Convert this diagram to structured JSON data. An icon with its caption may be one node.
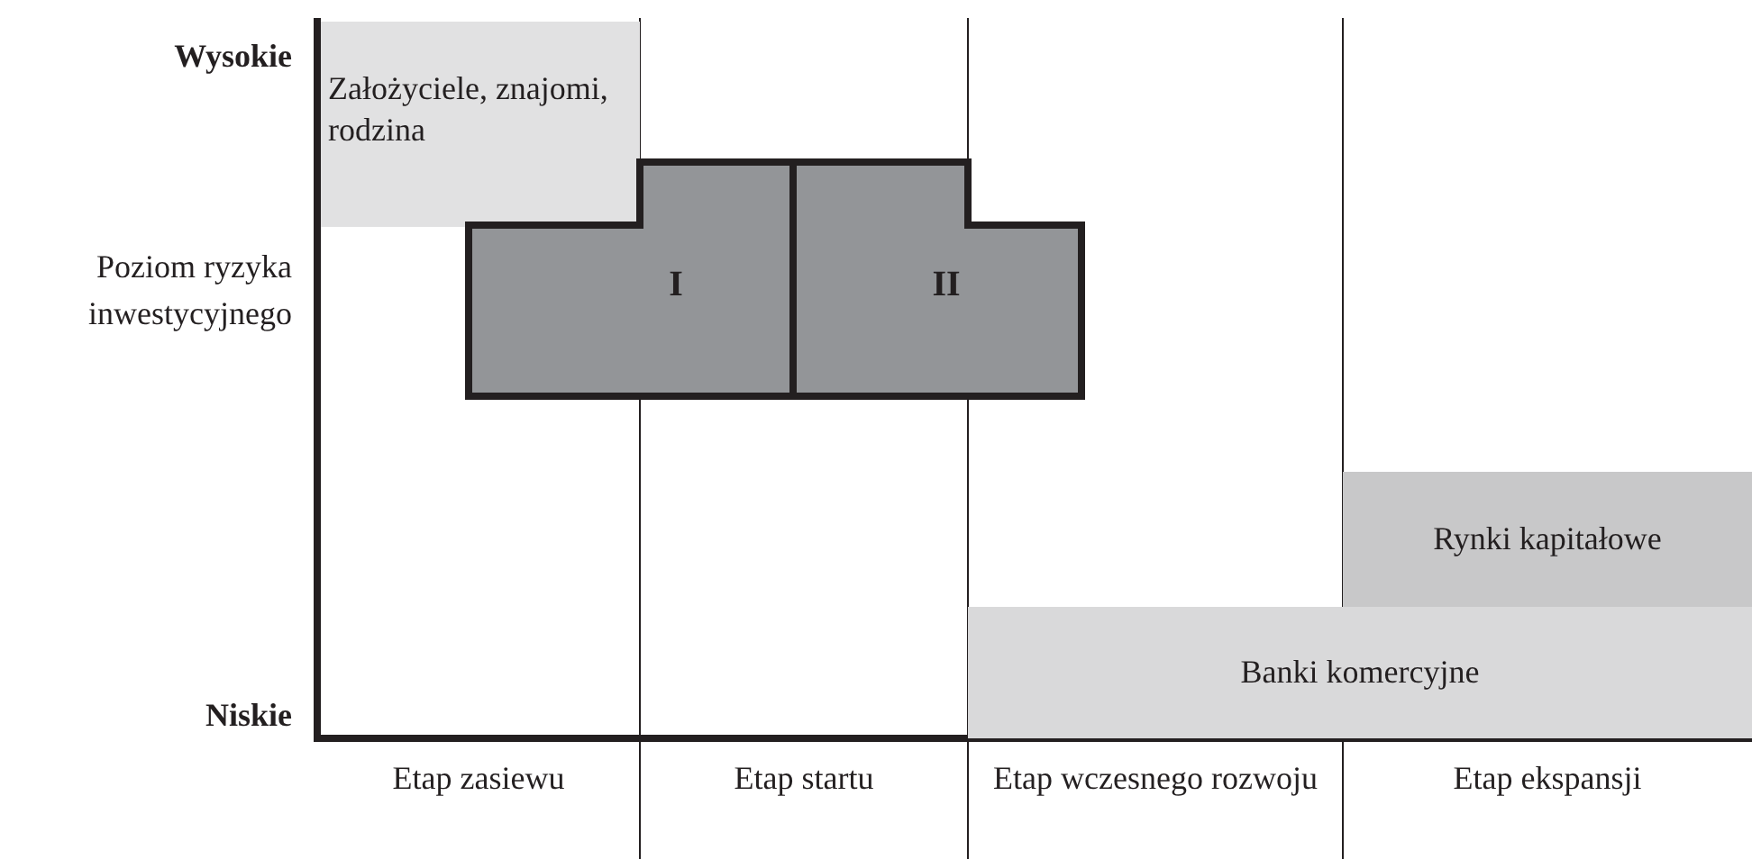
{
  "diagram": {
    "nodes": [
      {
        "text": [
          "Założyciele, znajomi, rodzina"
        ]
      },
      {
        "text": [
          "I"
        ]
      },
      {
        "text": [
          "II"
        ]
      },
      {
        "text": [
          "Rynki kapitałowe"
        ]
      },
      {
        "text": [
          "Banki komercyjne"
        ]
      }
    ],
    "labels": [
      "Wysokie",
      "Poziom ryzyka inwestycyjnego",
      "Niskie",
      "Etap zasiewu",
      "Etap startu",
      "Etap wczesnego rozwoju",
      "Etap ekspansji"
    ]
  }
}
